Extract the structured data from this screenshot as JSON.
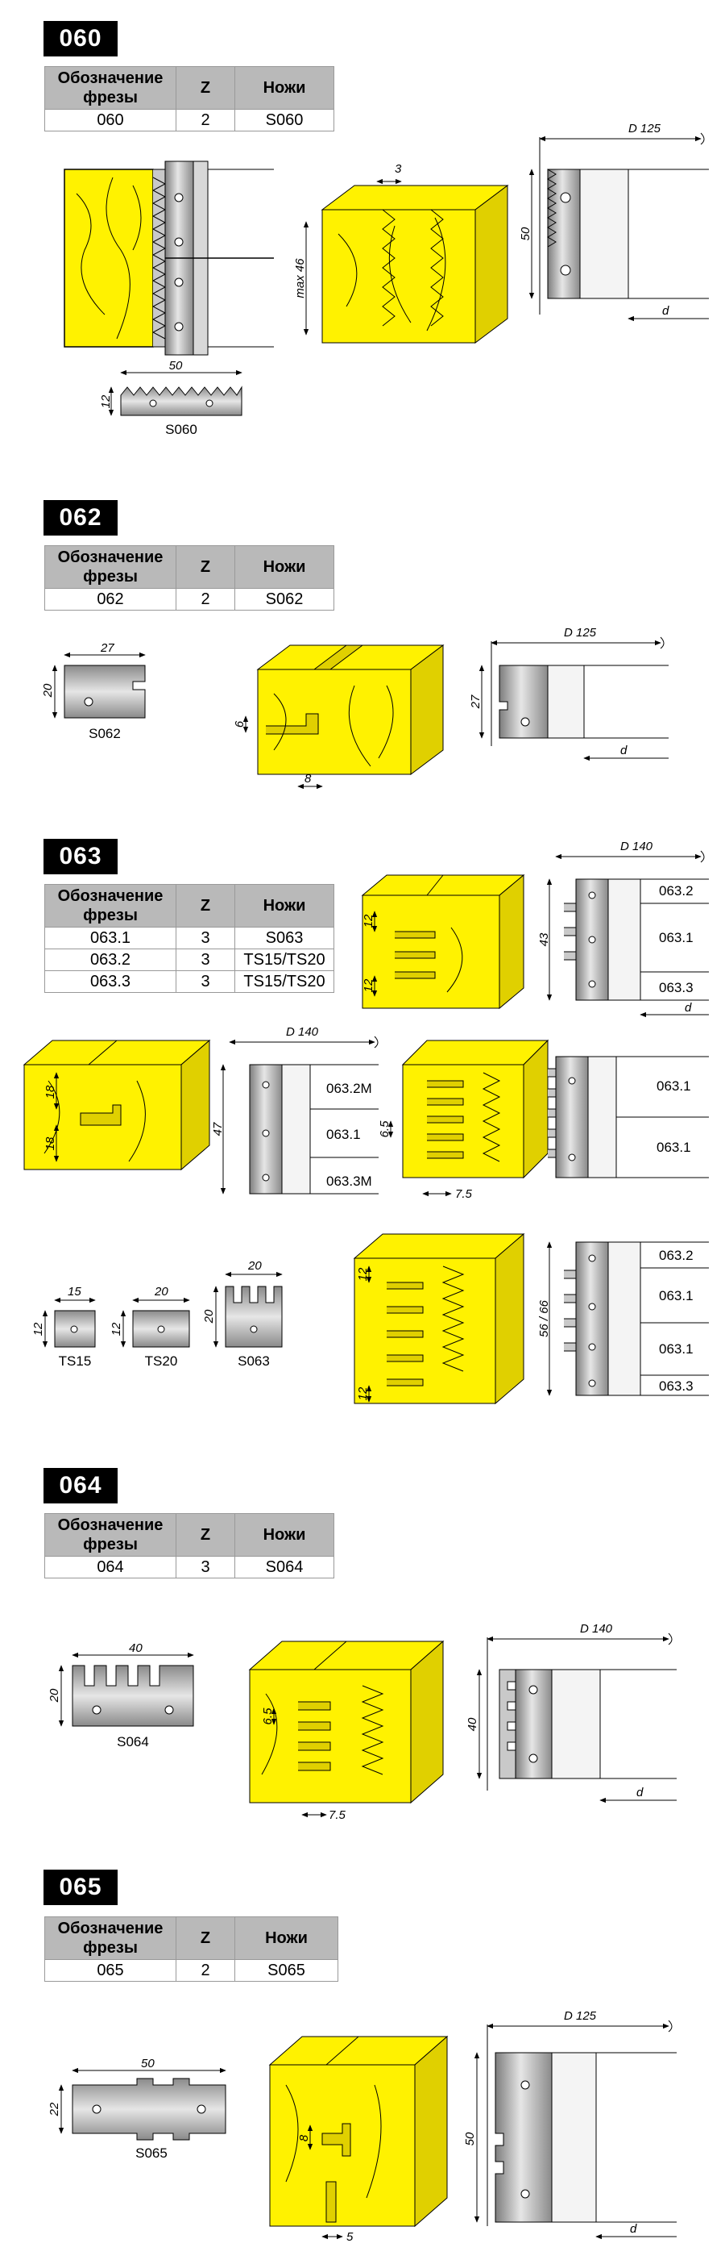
{
  "table_headers": {
    "designation": "Обозначение фрезы",
    "z": "Z",
    "knives": "Ножи"
  },
  "sections": [
    {
      "id": "060",
      "rows": [
        {
          "designation": "060",
          "z": "2",
          "knives": "S060"
        }
      ],
      "dims": {
        "step": "3",
        "height": "max 46",
        "cutter_dia": "D 125",
        "bore": "d",
        "cutter_h": "50",
        "knife_w": "50",
        "knife_h": "12"
      },
      "knife_names": [
        "S060"
      ]
    },
    {
      "id": "062",
      "rows": [
        {
          "designation": "062",
          "z": "2",
          "knives": "S062"
        }
      ],
      "dims": {
        "knife_w": "27",
        "knife_h": "20",
        "groove_h": "6",
        "groove_w": "8",
        "cutter_dia": "D 125",
        "cutter_h": "27",
        "bore": "d"
      },
      "knife_names": [
        "S062"
      ]
    },
    {
      "id": "063",
      "rows": [
        {
          "designation": "063.1",
          "z": "3",
          "knives": "S063"
        },
        {
          "designation": "063.2",
          "z": "3",
          "knives": "TS15/TS20"
        },
        {
          "designation": "063.3",
          "z": "3",
          "knives": "TS15/TS20"
        }
      ],
      "dims": {
        "cutter_dia": "D 140",
        "bore": "d",
        "h1": "43",
        "tenon": "12",
        "h2": "47",
        "tenon2": "18",
        "pitch": "6.5",
        "pitch2": "7.5",
        "h3": "56 / 66",
        "ts15": "15",
        "ts20": "20",
        "s063w": "20",
        "s063h": "20",
        "kh": "12"
      },
      "stack1": [
        "063.2",
        "063.1",
        "063.3"
      ],
      "stack2": [
        "063.2M",
        "063.1",
        "063.3M"
      ],
      "stack3": [
        "063.1",
        "063.1"
      ],
      "stack4": [
        "063.2",
        "063.1",
        "063.1",
        "063.3"
      ],
      "knife_names": [
        "TS15",
        "TS20",
        "S063"
      ]
    },
    {
      "id": "064",
      "rows": [
        {
          "designation": "064",
          "z": "3",
          "knives": "S064"
        }
      ],
      "dims": {
        "knife_w": "40",
        "knife_h": "20",
        "pitch": "6.5",
        "pitch2": "7.5",
        "cutter_dia": "D 140",
        "cutter_h": "40",
        "bore": "d"
      },
      "knife_names": [
        "S064"
      ]
    },
    {
      "id": "065",
      "rows": [
        {
          "designation": "065",
          "z": "2",
          "knives": "S065"
        }
      ],
      "dims": {
        "knife_w": "50",
        "knife_h": "22",
        "groove_h": "8",
        "groove_w": "5",
        "cutter_dia": "D 125",
        "cutter_h": "50",
        "bore": "d"
      },
      "knife_names": [
        "S065"
      ]
    }
  ],
  "colors": {
    "wood": "#fff200",
    "wood_side": "#e0d000",
    "steel": "#c9c9c9",
    "steel_dark": "#9a9a9a",
    "header": "#b9b9b9"
  }
}
